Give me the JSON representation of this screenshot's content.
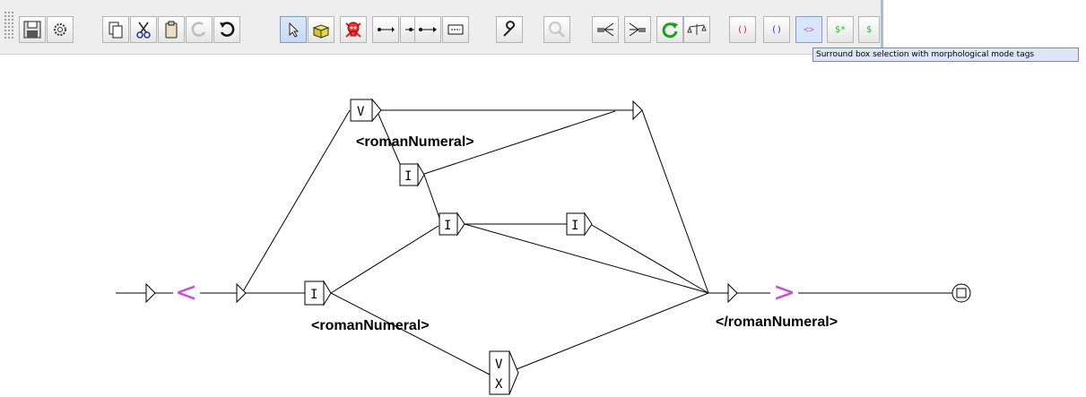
{
  "toolbar": {
    "tooltip": "Surround box selection with morphological mode tags",
    "mode_buttons": [
      "()",
      "()",
      "<>",
      "$*",
      "$"
    ],
    "colors": {
      "red": "#e21d1d",
      "blue": "#2c2cd6",
      "magenta": "#c65ac6",
      "green": "#17c617"
    }
  },
  "graph": {
    "boxes": {
      "v_top": "V",
      "i_upper": "I",
      "i_mid": "I",
      "i_right": "I",
      "i_left": "I",
      "vx_top": "V",
      "vx_bottom": "X"
    },
    "symbols": {
      "open": "<",
      "close": ">"
    },
    "outputs": {
      "upper": "<romanNumeral>",
      "lower": "<romanNumeral>",
      "end": "</romanNumeral>"
    },
    "symbol_color": "#c84fd6"
  }
}
